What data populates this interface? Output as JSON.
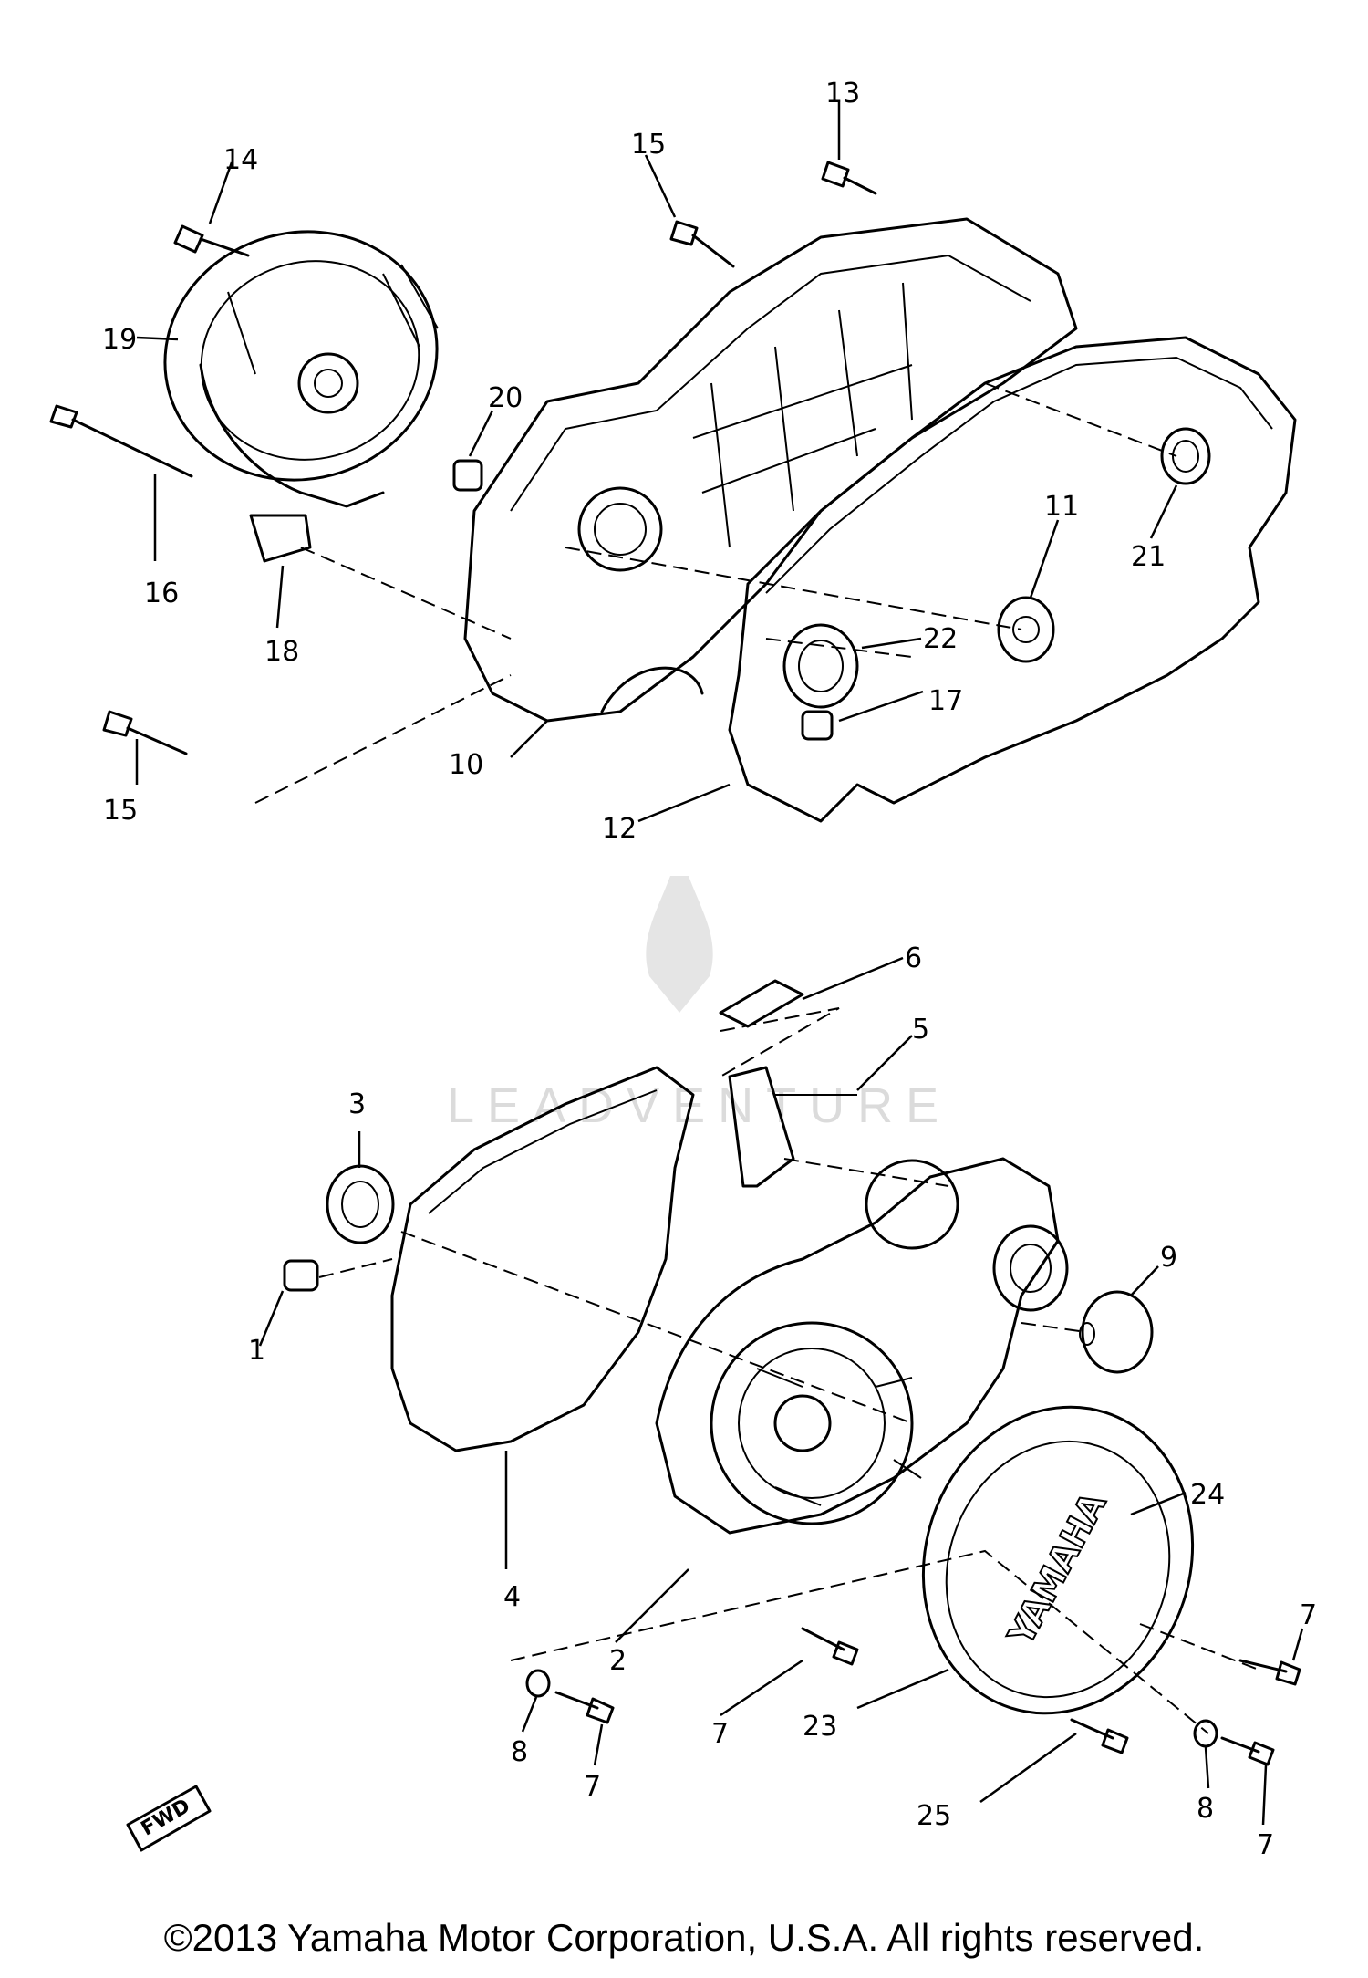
{
  "callouts": {
    "c1": "1",
    "c2": "2",
    "c3": "3",
    "c4": "4",
    "c5": "5",
    "c6": "6",
    "c7a": "7",
    "c7b": "7",
    "c7c": "7",
    "c7d": "7",
    "c8a": "8",
    "c8b": "8",
    "c9": "9",
    "c10": "10",
    "c11": "11",
    "c12": "12",
    "c13": "13",
    "c14": "14",
    "c15a": "15",
    "c15b": "15",
    "c16": "16",
    "c17": "17",
    "c18": "18",
    "c19": "19",
    "c20": "20",
    "c21": "21",
    "c22": "22",
    "c23": "23",
    "c24": "24",
    "c25": "25"
  },
  "cover_logo": "YAMAHA",
  "fwd_tag": "FWD",
  "watermark": "LEADVENTURE",
  "copyright": "©2013 Yamaha Motor Corporation, U.S.A. All rights reserved."
}
